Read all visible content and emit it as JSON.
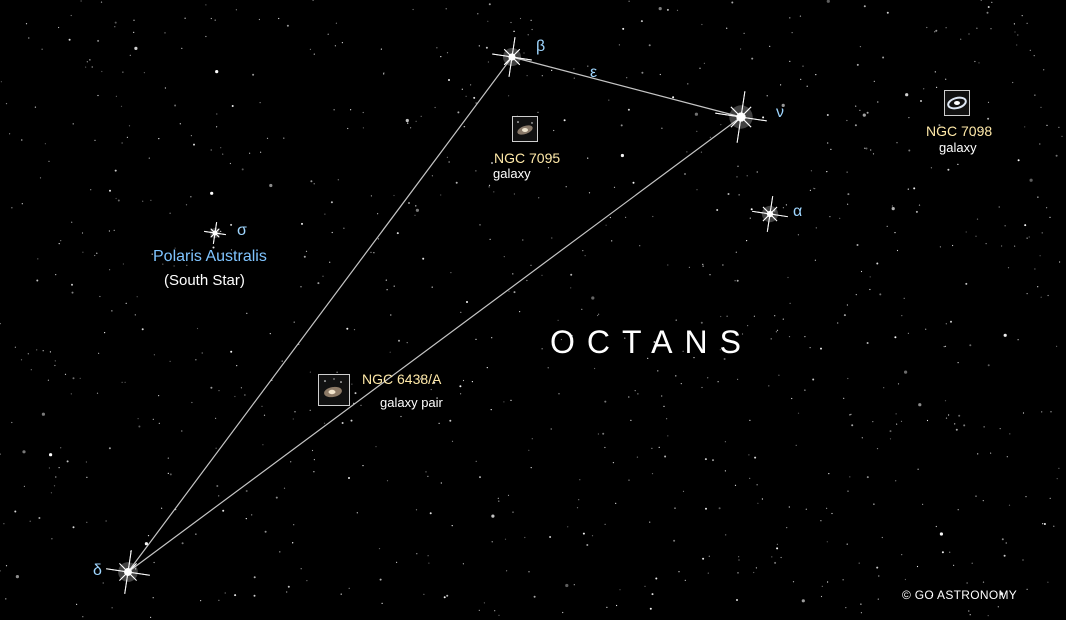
{
  "constellation_name": "OCTANS",
  "stars": [
    {
      "id": "beta",
      "greek": "β"
    },
    {
      "id": "epsilon",
      "greek": "ε"
    },
    {
      "id": "nu",
      "greek": "ν"
    },
    {
      "id": "alpha",
      "greek": "α"
    },
    {
      "id": "delta",
      "greek": "δ"
    },
    {
      "id": "sigma",
      "greek": "σ",
      "name": "Polaris Australis",
      "alt_name": "(South Star)"
    }
  ],
  "deep_sky_objects": [
    {
      "id": "ngc7095",
      "name": "NGC 7095",
      "type": "galaxy",
      "icon": "galaxy-icon"
    },
    {
      "id": "ngc7098",
      "name": "NGC 7098",
      "type": "galaxy",
      "icon": "galaxy-icon"
    },
    {
      "id": "ngc6438",
      "name": "NGC 6438/A",
      "type": "galaxy pair",
      "icon": "galaxy-pair-icon"
    }
  ],
  "constellation_lines": [
    [
      "beta",
      "nu"
    ],
    [
      "beta",
      "delta"
    ],
    [
      "nu",
      "delta"
    ]
  ],
  "credit": "© GO ASTRONOMY",
  "colors": {
    "background": "#000000",
    "greek_label": "#9fd6ff",
    "star_name": "#7fc4ff",
    "object_name": "#ffe9a8",
    "lines": "#e8e8e8"
  }
}
